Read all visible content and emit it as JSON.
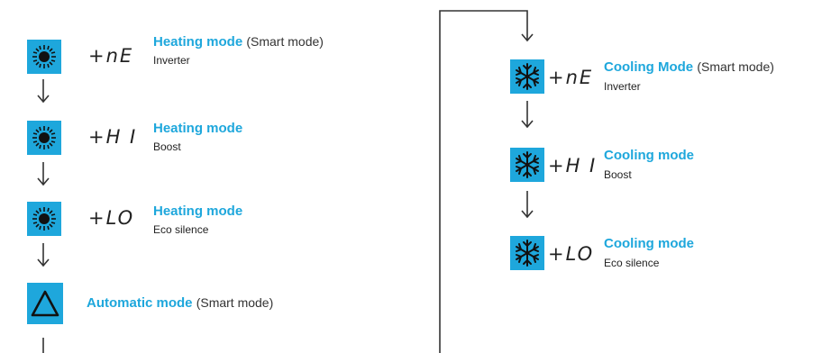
{
  "heating": [
    {
      "icon": "sun-icon",
      "code": "+nE",
      "title": "Heating mode",
      "note": "(Smart mode)",
      "sub": "Inverter"
    },
    {
      "icon": "sun-icon",
      "code": "+H I",
      "title": "Heating mode",
      "note": "",
      "sub": "Boost"
    },
    {
      "icon": "sun-icon",
      "code": "+LO",
      "title": "Heating mode",
      "note": "",
      "sub": "Eco silence"
    }
  ],
  "automatic": {
    "icon": "triangle-icon",
    "title": "Automatic mode",
    "note": "(Smart mode)"
  },
  "cooling": [
    {
      "icon": "snowflake-icon",
      "code": "+nE",
      "title": "Cooling Mode",
      "note": "(Smart mode)",
      "sub": "Inverter"
    },
    {
      "icon": "snowflake-icon",
      "code": "+H I",
      "title": "Cooling mode",
      "note": "",
      "sub": "Boost"
    },
    {
      "icon": "snowflake-icon",
      "code": "+LO",
      "title": "Cooling mode",
      "note": "",
      "sub": "Eco silence"
    }
  ],
  "colors": {
    "accent": "#1ea7dc",
    "text": "#222222",
    "line": "#333333"
  }
}
